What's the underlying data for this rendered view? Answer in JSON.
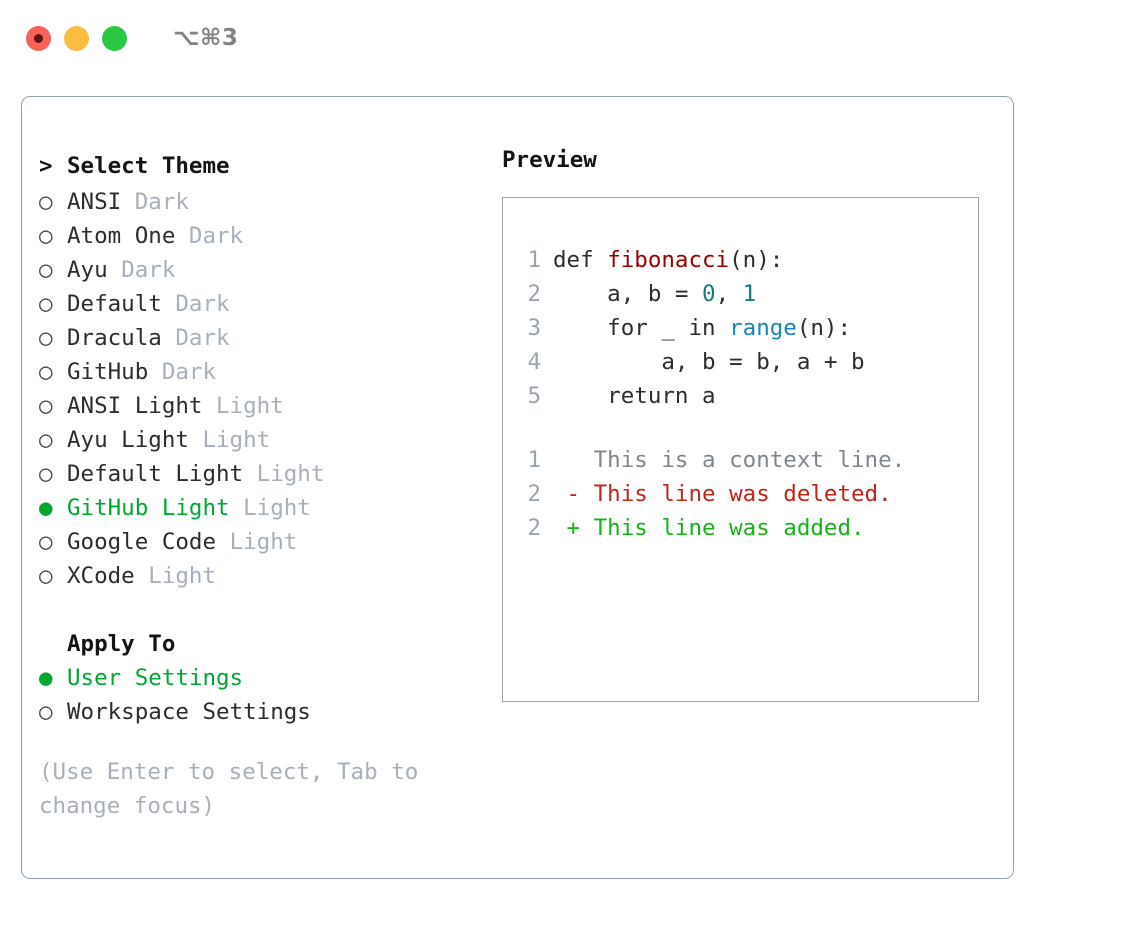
{
  "window": {
    "title": "⌥⌘3",
    "traffic_lights": [
      "close-red",
      "minimize-yellow",
      "maximize-green"
    ]
  },
  "left": {
    "header": {
      "marker": ">",
      "label": "Select Theme"
    },
    "bullet_empty": "○",
    "bullet_filled": "●",
    "themes": [
      {
        "name": "ANSI",
        "kind": "Dark",
        "selected": false
      },
      {
        "name": "Atom One",
        "kind": "Dark",
        "selected": false
      },
      {
        "name": "Ayu",
        "kind": "Dark",
        "selected": false
      },
      {
        "name": "Default",
        "kind": "Dark",
        "selected": false
      },
      {
        "name": "Dracula",
        "kind": "Dark",
        "selected": false
      },
      {
        "name": "GitHub",
        "kind": "Dark",
        "selected": false
      },
      {
        "name": "ANSI Light",
        "kind": "Light",
        "selected": false
      },
      {
        "name": "Ayu Light",
        "kind": "Light",
        "selected": false
      },
      {
        "name": "Default Light",
        "kind": "Light",
        "selected": false
      },
      {
        "name": "GitHub Light",
        "kind": "Light",
        "selected": true
      },
      {
        "name": "Google Code",
        "kind": "Light",
        "selected": false
      },
      {
        "name": "XCode",
        "kind": "Light",
        "selected": false
      }
    ],
    "apply_to": {
      "title": "Apply To",
      "options": [
        {
          "name": "User Settings",
          "selected": true
        },
        {
          "name": "Workspace Settings",
          "selected": false
        }
      ]
    },
    "hint": "(Use Enter to select, Tab to change focus)"
  },
  "right": {
    "preview_title": "Preview",
    "code": [
      {
        "n": "1",
        "tokens": [
          {
            "t": "def ",
            "c": "plain"
          },
          {
            "t": "fibonacci",
            "c": "func"
          },
          {
            "t": "(n):",
            "c": "plain"
          }
        ]
      },
      {
        "n": "2",
        "tokens": [
          {
            "t": "    a, b = ",
            "c": "plain"
          },
          {
            "t": "0",
            "c": "num"
          },
          {
            "t": ", ",
            "c": "plain"
          },
          {
            "t": "1",
            "c": "num"
          }
        ]
      },
      {
        "n": "3",
        "tokens": [
          {
            "t": "    for _ in ",
            "c": "plain"
          },
          {
            "t": "range",
            "c": "builtin"
          },
          {
            "t": "(n):",
            "c": "plain"
          }
        ]
      },
      {
        "n": "4",
        "tokens": [
          {
            "t": "        a, b = b, a + b",
            "c": "plain"
          }
        ]
      },
      {
        "n": "5",
        "tokens": [
          {
            "t": "    return a",
            "c": "plain"
          }
        ]
      }
    ],
    "diff": [
      {
        "n": "1",
        "text": "   This is a context line.",
        "kind": "ctx"
      },
      {
        "n": "2",
        "text": " - This line was deleted.",
        "kind": "del"
      },
      {
        "n": "2",
        "text": " + This line was added.",
        "kind": "add"
      }
    ]
  },
  "colors": {
    "accent_green": "#00a832",
    "muted": "#a7b0bb",
    "border": "#96a2b0",
    "func_red": "#990000",
    "number_teal": "#137e79",
    "builtin_blue": "#1a86b5",
    "diff_delete": "#c0251a",
    "diff_add": "#16b316",
    "lineno": "#9aa5b1"
  }
}
